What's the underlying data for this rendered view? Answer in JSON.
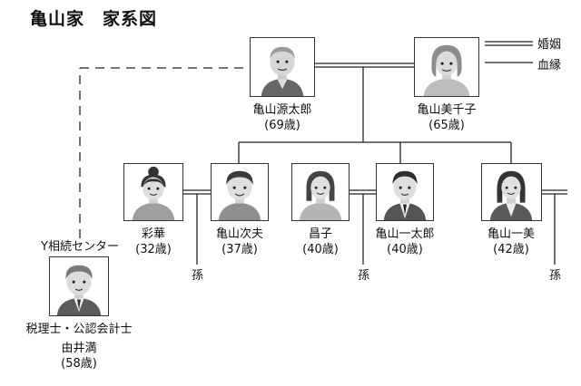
{
  "title": "亀山家　家系図",
  "legend": {
    "marriage": "婚姻",
    "blood": "血縁"
  },
  "grandchild_label": "孫",
  "people": {
    "gen": {
      "name": "亀山源太郎",
      "age": "(69歳)",
      "icon": "elderly-man-icon"
    },
    "michiko": {
      "name": "亀山美千子",
      "age": "(65歳)",
      "icon": "elderly-woman-icon"
    },
    "ayaka": {
      "name": "彩華",
      "age": "(32歳)",
      "icon": "woman-bun-icon"
    },
    "jiro": {
      "name": "亀山次夫",
      "age": "(37歳)",
      "icon": "young-man-icon"
    },
    "masako": {
      "name": "昌子",
      "age": "(40歳)",
      "icon": "woman-icon"
    },
    "ichitaro": {
      "name": "亀山一太郎",
      "age": "(40歳)",
      "icon": "man-suit-icon"
    },
    "kazumi": {
      "name": "亀山一美",
      "age": "(42歳)",
      "icon": "woman-suit-icon"
    },
    "yui": {
      "org": "Y相続センター",
      "role": "税理士・公認会計士",
      "name": "由井満",
      "age": "(58歳)",
      "icon": "advisor-man-icon"
    }
  }
}
